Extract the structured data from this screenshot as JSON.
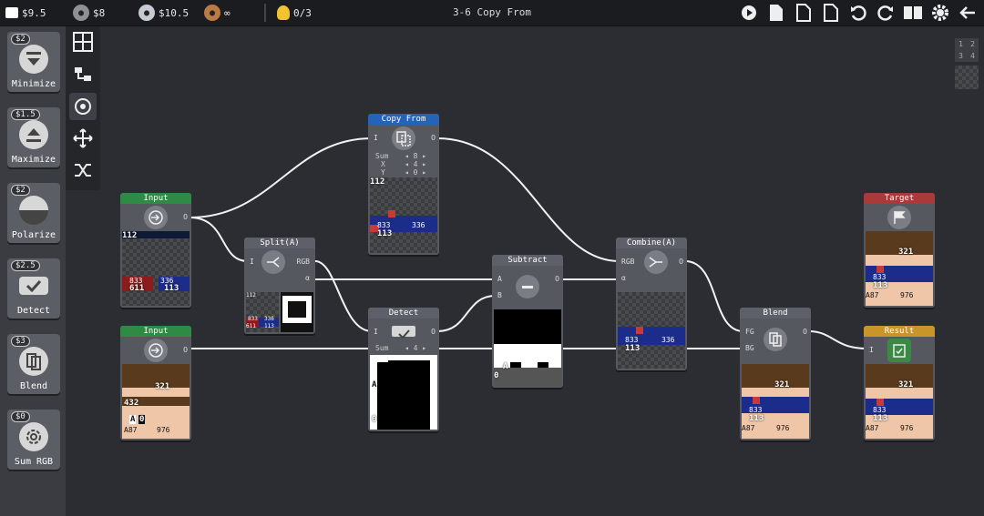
{
  "topbar": {
    "money": "$9.5",
    "silver_cost": "$8",
    "silver2_cost": "$10.5",
    "bronze_cost": "∞",
    "hints": "0/3",
    "level_title": "3-6 Copy From"
  },
  "shop": [
    {
      "price": "$2",
      "label": "Minimize"
    },
    {
      "price": "$1.5",
      "label": "Maximize"
    },
    {
      "price": "$2",
      "label": "Polarize"
    },
    {
      "price": "$2.5",
      "label": "Detect"
    },
    {
      "price": "$3",
      "label": "Blend"
    },
    {
      "price": "$0",
      "label": "Sum RGB"
    }
  ],
  "layer_grid": [
    "1",
    "2",
    "3",
    "4"
  ],
  "nodes": {
    "input1": {
      "title": "Input",
      "out": "O",
      "val_top": "112",
      "val_l": "611",
      "val_r": "113",
      "val_red": "833",
      "val_blue": "336"
    },
    "input2": {
      "title": "Input",
      "out": "O",
      "v1": "321",
      "v2": "432",
      "v3": "A",
      "v4": "0",
      "v5": "A87",
      "v6": "976"
    },
    "copyfrom": {
      "title": "Copy From",
      "in": "I",
      "out": "O",
      "sum_label": "Sum",
      "x_label": "X",
      "y_label": "Y",
      "sum_val": "8",
      "x_val": "4",
      "y_val": "0",
      "v_top": "112",
      "v_red": "833",
      "v_blue": "336",
      "v_bot": "113"
    },
    "split": {
      "title": "Split(A)",
      "in": "I",
      "out_rgb": "RGB",
      "out_a": "α",
      "s1": "112",
      "s2": "833",
      "s3": "336",
      "s4": "113",
      "s5": "611"
    },
    "detect": {
      "title": "Detect",
      "in": "I",
      "out": "O",
      "sum_label": "Sum",
      "sum_val": "4",
      "a": "A",
      "z": "0"
    },
    "subtract": {
      "title": "Subtract",
      "in_a": "A",
      "in_b": "B",
      "out": "O",
      "a": "A",
      "z": "0"
    },
    "combine": {
      "title": "Combine(A)",
      "in_rgb": "RGB",
      "in_a": "α",
      "out": "O",
      "v_red": "833",
      "v_blue": "336",
      "v_bot": "113"
    },
    "blend": {
      "title": "Blend",
      "in_fg": "FG",
      "in_bg": "BG",
      "out": "O",
      "v1": "321",
      "v2": "833",
      "v3": "113",
      "v4": "A87",
      "v5": "976"
    },
    "target": {
      "title": "Target",
      "v1": "321",
      "v2": "833",
      "v3": "113",
      "v4": "A87",
      "v5": "976"
    },
    "result": {
      "title": "Result",
      "in": "I",
      "v1": "321",
      "v2": "833",
      "v3": "113",
      "v4": "A87",
      "v5": "976"
    }
  }
}
